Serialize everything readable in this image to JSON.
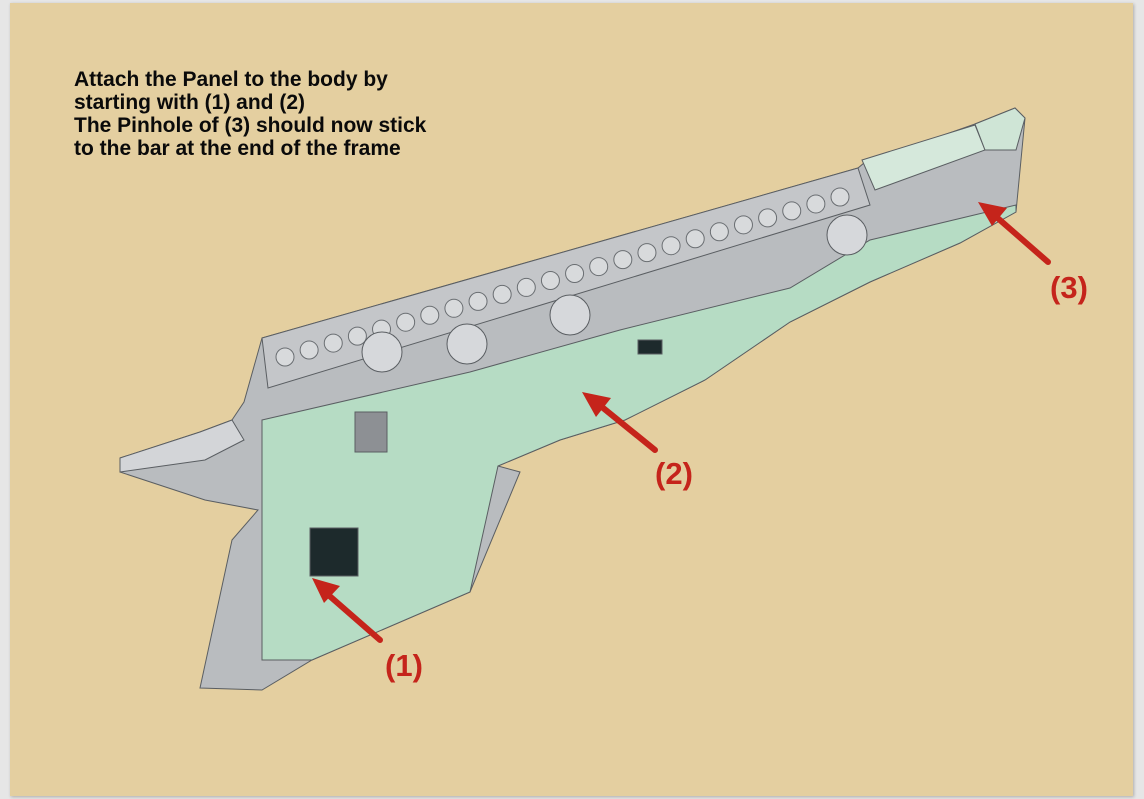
{
  "instructions": {
    "lines": [
      "Attach the Panel to the body by",
      "starting with (1) and (2)",
      "The Pinhole of (3) should now stick",
      "to the bar at the end of the frame"
    ]
  },
  "callouts": [
    {
      "label": "(1)"
    },
    {
      "label": "(2)"
    },
    {
      "label": "(3)"
    }
  ],
  "colors": {
    "page": "#e4cfa0",
    "arrow": "#c5241b",
    "brick_grey": "#b9bcbf",
    "brick_green": "#b6dcc4",
    "brick_dark": "#1d2a2c"
  }
}
